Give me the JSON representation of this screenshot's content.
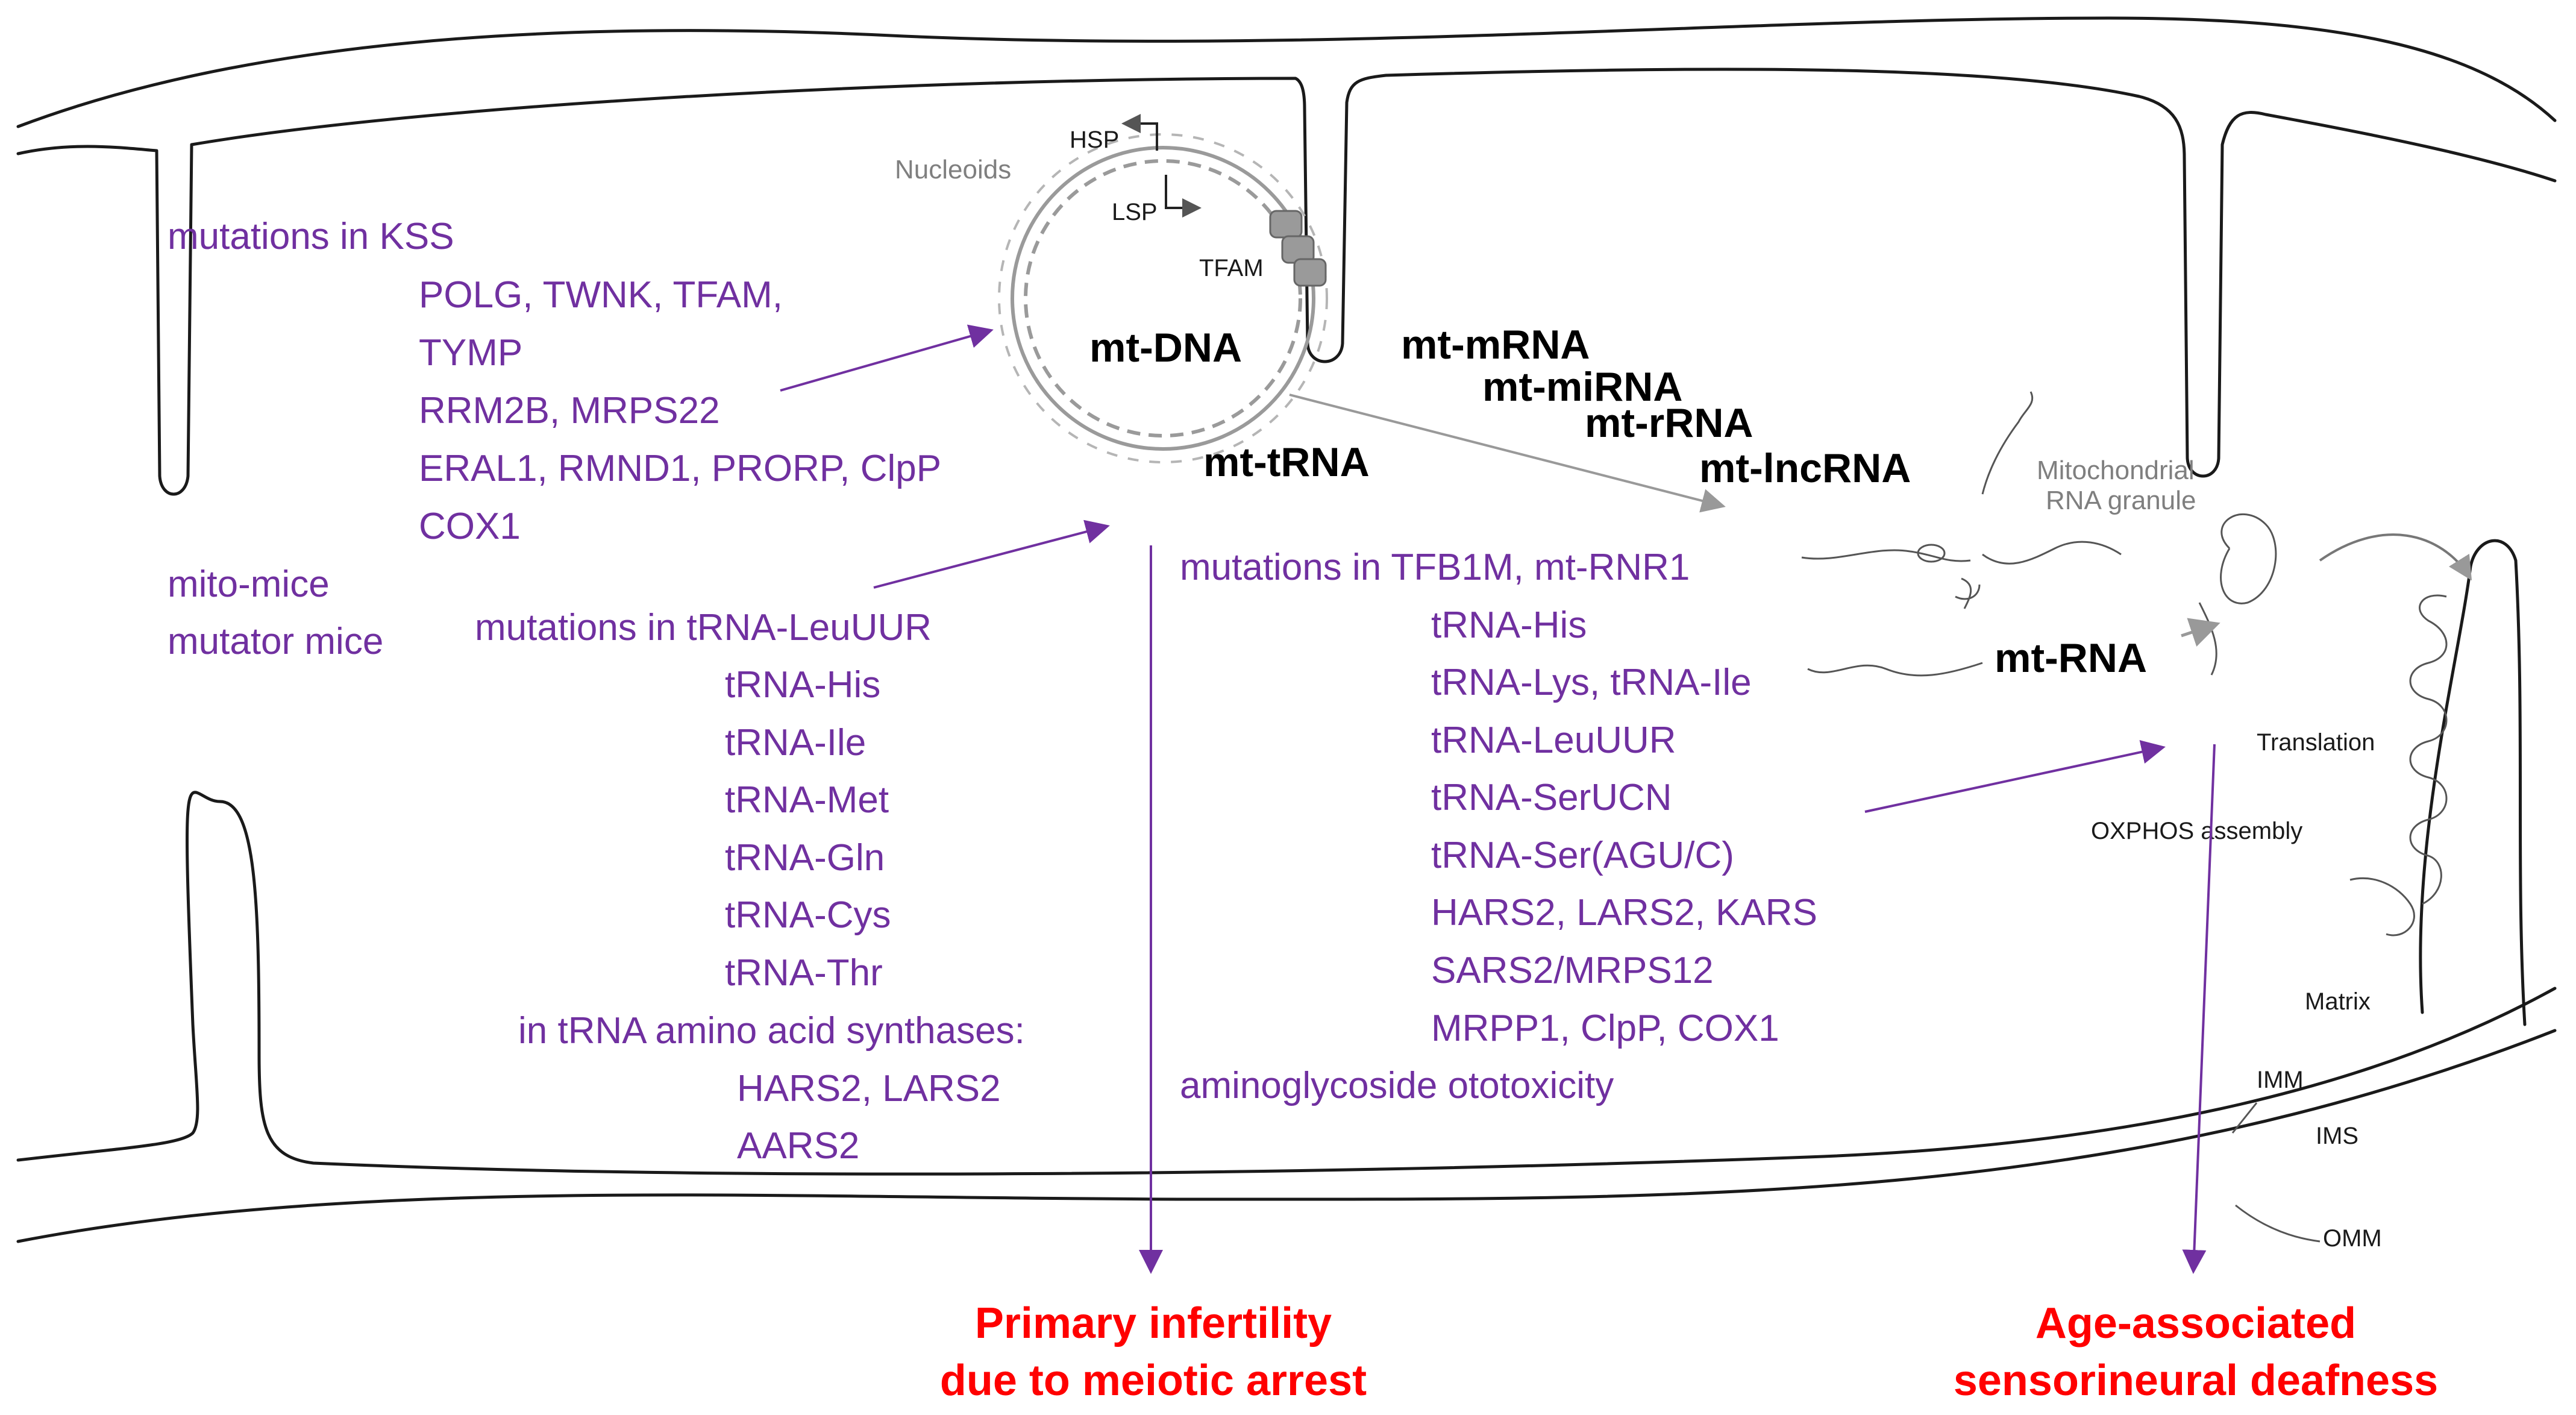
{
  "nucleoid": {
    "label": "Nucleoids",
    "hsp": "HSP",
    "lsp": "LSP",
    "tfam": "TFAM",
    "mtdna": "mt-DNA"
  },
  "rna_species": {
    "mrna": "mt-mRNA",
    "mirna": "mt-miRNA",
    "rrna": "mt-rRNA",
    "lncrna": "mt-lncRNA",
    "trna": "mt-tRNA",
    "rna": "mt-RNA"
  },
  "granule": {
    "line1": "Mitochondrial",
    "line2": "RNA granule"
  },
  "process_labels": {
    "translation": "Translation",
    "oxphos": "OXPHOS assembly",
    "matrix": "Matrix",
    "imm": "IMM",
    "ims": "IMS",
    "omm": "OMM"
  },
  "dna_mutations": {
    "heading": "mutations in KSS",
    "genes": [
      "POLG, TWNK, TFAM,",
      "TYMP",
      "RRM2B, MRPS22",
      "ERAL1, RMND1, PRORP, ClpP",
      "COX1"
    ],
    "models": [
      "mito-mice",
      "mutator mice"
    ]
  },
  "trna_mutations": {
    "heading": "mutations in tRNA-LeuUUR",
    "items": [
      "tRNA-His",
      "tRNA-Ile",
      "tRNA-Met",
      "tRNA-Gln",
      "tRNA-Cys",
      "tRNA-Thr"
    ],
    "synthase_heading": "in tRNA amino acid synthases:",
    "synthases": [
      "HARS2, LARS2",
      "AARS2"
    ]
  },
  "deafness_mutations": {
    "heading": "mutations in TFB1M, mt-RNR1",
    "items": [
      "tRNA-His",
      "tRNA-Lys, tRNA-Ile",
      "tRNA-LeuUUR",
      "tRNA-SerUCN",
      "tRNA-Ser(AGU/C)",
      "HARS2, LARS2, KARS",
      "SARS2/MRPS12",
      "MRPP1, ClpP, COX1"
    ],
    "footer": "aminoglycoside ototoxicity"
  },
  "outcomes": {
    "infertility": [
      "Primary infertility",
      "due to meiotic arrest"
    ],
    "deafness": [
      "Age-associated",
      "sensorineural deafness"
    ]
  },
  "colors": {
    "mutation_text": "#7030a0",
    "outcome_text": "#ff0000",
    "arrow": "#7030a0",
    "membrane": "#1a1a1a"
  }
}
